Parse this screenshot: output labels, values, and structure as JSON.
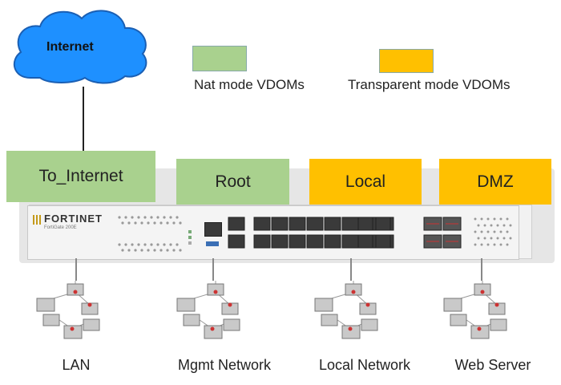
{
  "cloud": {
    "label": "Internet"
  },
  "legend": {
    "nat_label": "Nat mode VDOMs",
    "transparent_label": "Transparent mode VDOMs",
    "nat_color": "#a9d18e",
    "transparent_color": "#ffc000"
  },
  "vdoms": [
    {
      "label": "To_Internet",
      "mode": "nat"
    },
    {
      "label": "Root",
      "mode": "nat"
    },
    {
      "label": "Local",
      "mode": "transparent"
    },
    {
      "label": "DMZ",
      "mode": "transparent"
    }
  ],
  "device": {
    "brand": "FORTINET",
    "model": "FortiGate 200E"
  },
  "networks": [
    {
      "label": "LAN",
      "icon": "computer-network-icon"
    },
    {
      "label": "Mgmt Network",
      "icon": "computer-network-icon"
    },
    {
      "label": "Local Network",
      "icon": "computer-network-icon"
    },
    {
      "label": "Web Server",
      "icon": "computer-network-icon"
    }
  ]
}
